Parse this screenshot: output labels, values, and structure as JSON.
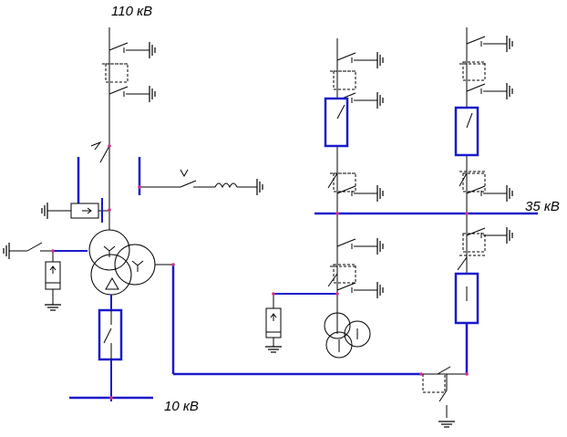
{
  "labels": {
    "hv": "110 кВ",
    "mv": "35 кВ",
    "lv": "10 кВ"
  },
  "colors": {
    "wire": "#000000",
    "bus": "#1a1acc",
    "node": "#d0308a"
  }
}
